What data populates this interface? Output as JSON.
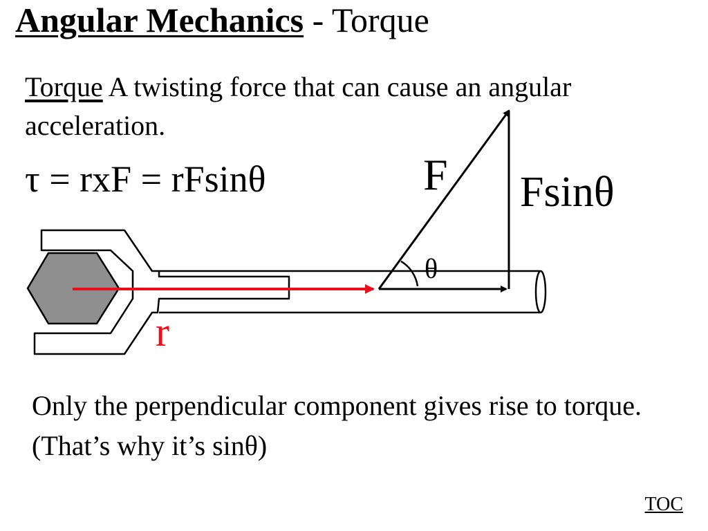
{
  "title": {
    "main": "Angular Mechanics",
    "sub": " - Torque"
  },
  "definition": {
    "term": "Torque",
    "text": " A twisting force that can cause an angular acceleration."
  },
  "formula": "τ = rxF = rFsinθ",
  "diagram": {
    "force_label": "F",
    "component_label": "Fsinθ",
    "angle_label": "θ",
    "radius_label": "r",
    "colors": {
      "radius_vector": "#e8101c",
      "nut_fill": "#8f8f8f",
      "lines": "#000000"
    }
  },
  "note": "Only the perpendicular component gives rise to torque. (That’s why it’s sinθ)",
  "toc_link": "TOC"
}
